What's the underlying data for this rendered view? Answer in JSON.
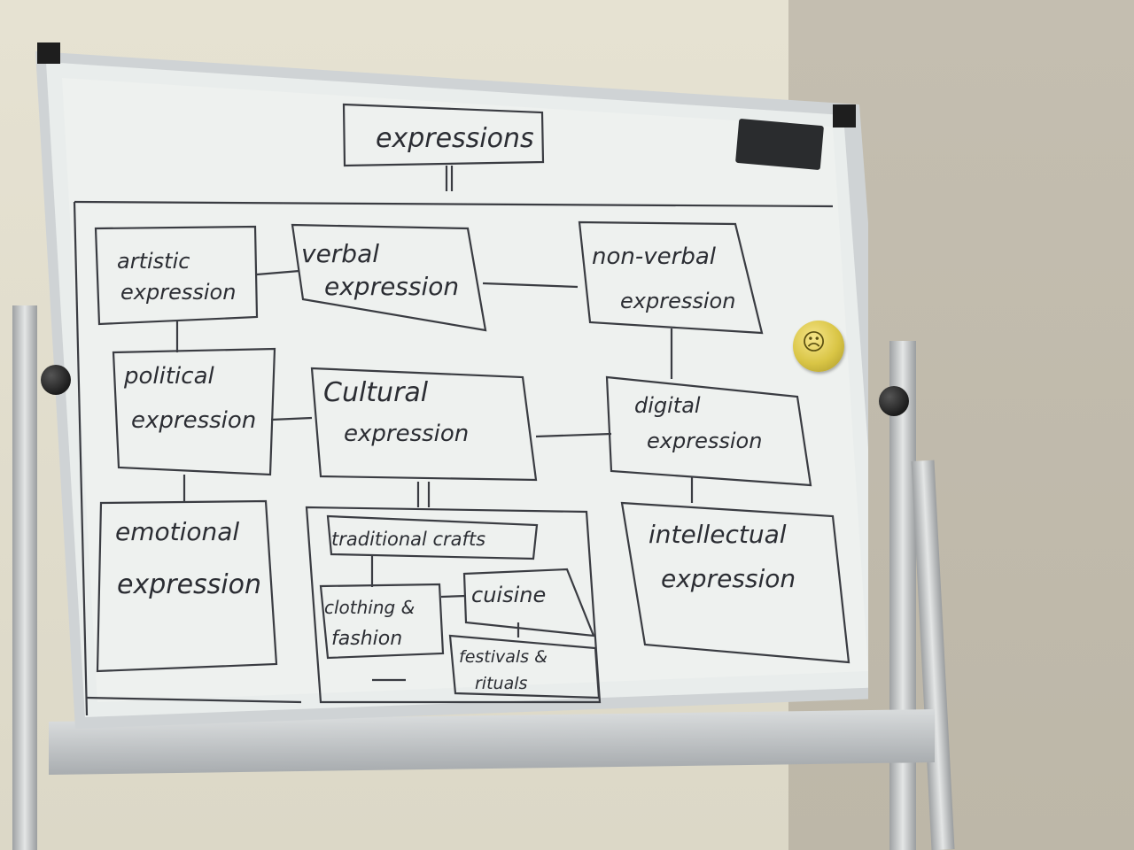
{
  "diagram": {
    "root": "expressions",
    "nodes": {
      "artistic": [
        "artistic",
        "expression"
      ],
      "verbal": [
        "verbal",
        "expression"
      ],
      "nonverbal": [
        "non-verbal",
        "expression"
      ],
      "political": [
        "political",
        "expression"
      ],
      "cultural": [
        "Cultural",
        "expression"
      ],
      "digital": [
        "digital",
        "expression"
      ],
      "emotional": [
        "emotional",
        "expression"
      ],
      "intellectual": [
        "intellectual",
        "expression"
      ],
      "traditional_crafts": "traditional crafts",
      "clothing": [
        "clothing &",
        "fashion"
      ],
      "cuisine": "cuisine",
      "festivals": [
        "festivals &",
        "rituals"
      ]
    }
  }
}
